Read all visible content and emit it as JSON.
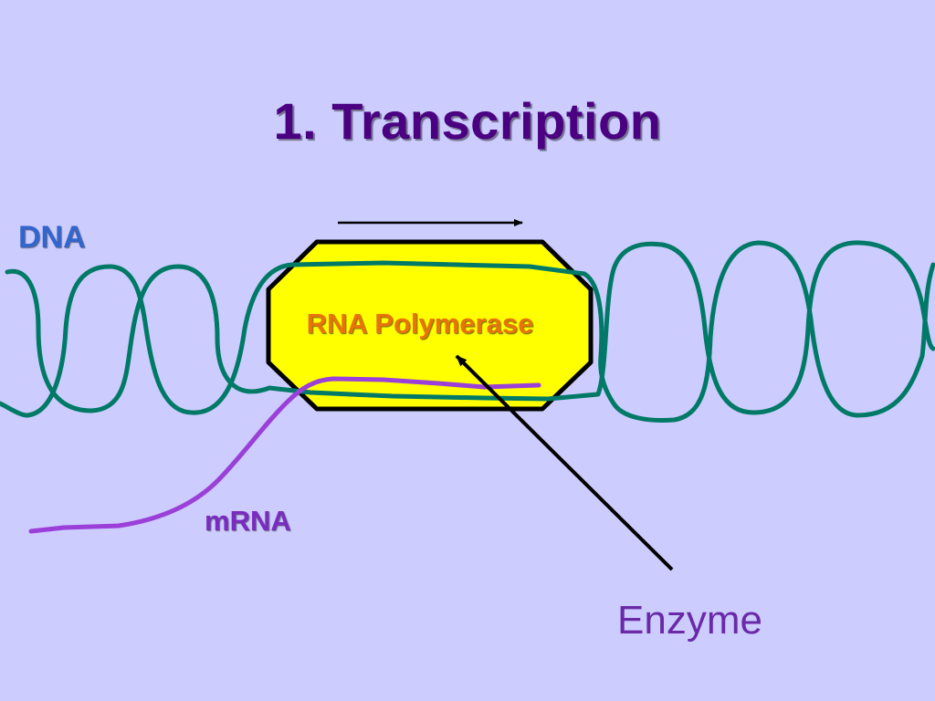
{
  "slide": {
    "title": "1.  Transcription"
  },
  "labels": {
    "dna": "DNA",
    "rna_polymerase": "RNA Polymerase",
    "mrna": "mRNA",
    "enzyme": "Enzyme"
  },
  "colors": {
    "background": "#ccccff",
    "title": "#4b0082",
    "dna_strand": "#007a66",
    "polymerase_fill": "#ffff00",
    "polymerase_outline": "#000000",
    "mrna_strand": "#9b3fd9",
    "dna_label": "#3366cc",
    "rna_polymerase_label": "#e8730a",
    "mrna_label": "#7a2bc0",
    "enzyme_label": "#6a2aa8"
  }
}
